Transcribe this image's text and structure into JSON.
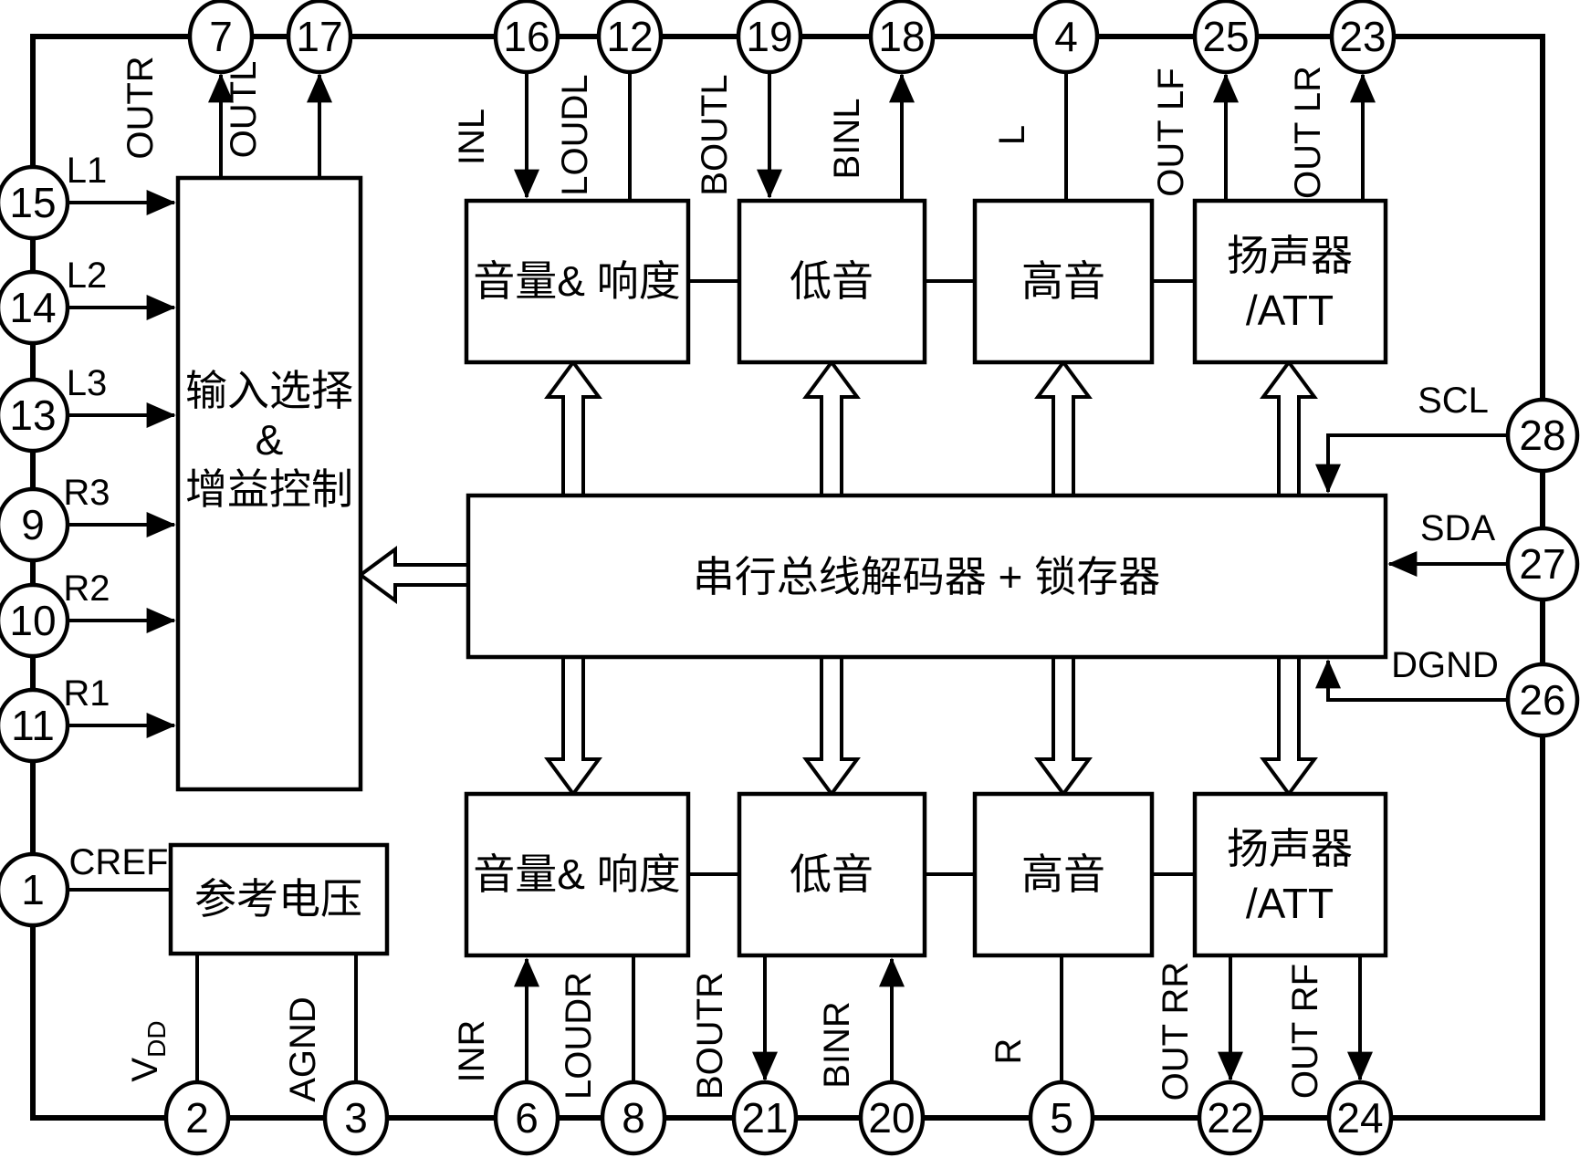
{
  "diagram": {
    "background": "#ffffff",
    "line_color": "#000000",
    "blocks": {
      "input_select": {
        "line1": "输入选择",
        "line2": "&",
        "line3": "增益控制"
      },
      "volume_left": {
        "label": "音量& 响度"
      },
      "bass_left": {
        "label": "低音"
      },
      "treble_left": {
        "label": "高音"
      },
      "speaker_left": {
        "line1": "扬声器",
        "line2": "/ATT"
      },
      "serial_bus": {
        "label": "串行总线解码器 + 锁存器"
      },
      "volume_right": {
        "label": "音量& 响度"
      },
      "bass_right": {
        "label": "低音"
      },
      "treble_right": {
        "label": "高音"
      },
      "speaker_right": {
        "line1": "扬声器",
        "line2": "/ATT"
      },
      "vref": {
        "label": "参考电压"
      }
    },
    "pins": {
      "p7": {
        "num": "7",
        "signal": "OUTR"
      },
      "p17": {
        "num": "17",
        "signal": "OUTL"
      },
      "p16": {
        "num": "16",
        "signal": "INL"
      },
      "p12": {
        "num": "12",
        "signal": "LOUDL"
      },
      "p19": {
        "num": "19",
        "signal": "BOUTL"
      },
      "p18": {
        "num": "18",
        "signal": "BINL"
      },
      "p4": {
        "num": "4",
        "signal": "L"
      },
      "p25": {
        "num": "25",
        "signal": "OUT LF"
      },
      "p23": {
        "num": "23",
        "signal": "OUT LR"
      },
      "p15": {
        "num": "15",
        "signal": "L1"
      },
      "p14": {
        "num": "14",
        "signal": "L2"
      },
      "p13": {
        "num": "13",
        "signal": "L3"
      },
      "p9": {
        "num": "9",
        "signal": "R3"
      },
      "p10": {
        "num": "10",
        "signal": "R2"
      },
      "p11": {
        "num": "11",
        "signal": "R1"
      },
      "p1": {
        "num": "1",
        "signal": "CREF"
      },
      "p2": {
        "num": "2",
        "signal_main": "V",
        "signal_sub": "DD"
      },
      "p3": {
        "num": "3",
        "signal": "AGND"
      },
      "p6": {
        "num": "6",
        "signal": "INR"
      },
      "p8": {
        "num": "8",
        "signal": "LOUDR"
      },
      "p21": {
        "num": "21",
        "signal": "BOUTR"
      },
      "p20": {
        "num": "20",
        "signal": "BINR"
      },
      "p5": {
        "num": "5",
        "signal": "R"
      },
      "p22": {
        "num": "22",
        "signal": "OUT RR"
      },
      "p24": {
        "num": "24",
        "signal": "OUT RF"
      },
      "p28": {
        "num": "28",
        "signal": "SCL"
      },
      "p27": {
        "num": "27",
        "signal": "SDA"
      },
      "p26": {
        "num": "26",
        "signal": "DGND"
      }
    }
  }
}
